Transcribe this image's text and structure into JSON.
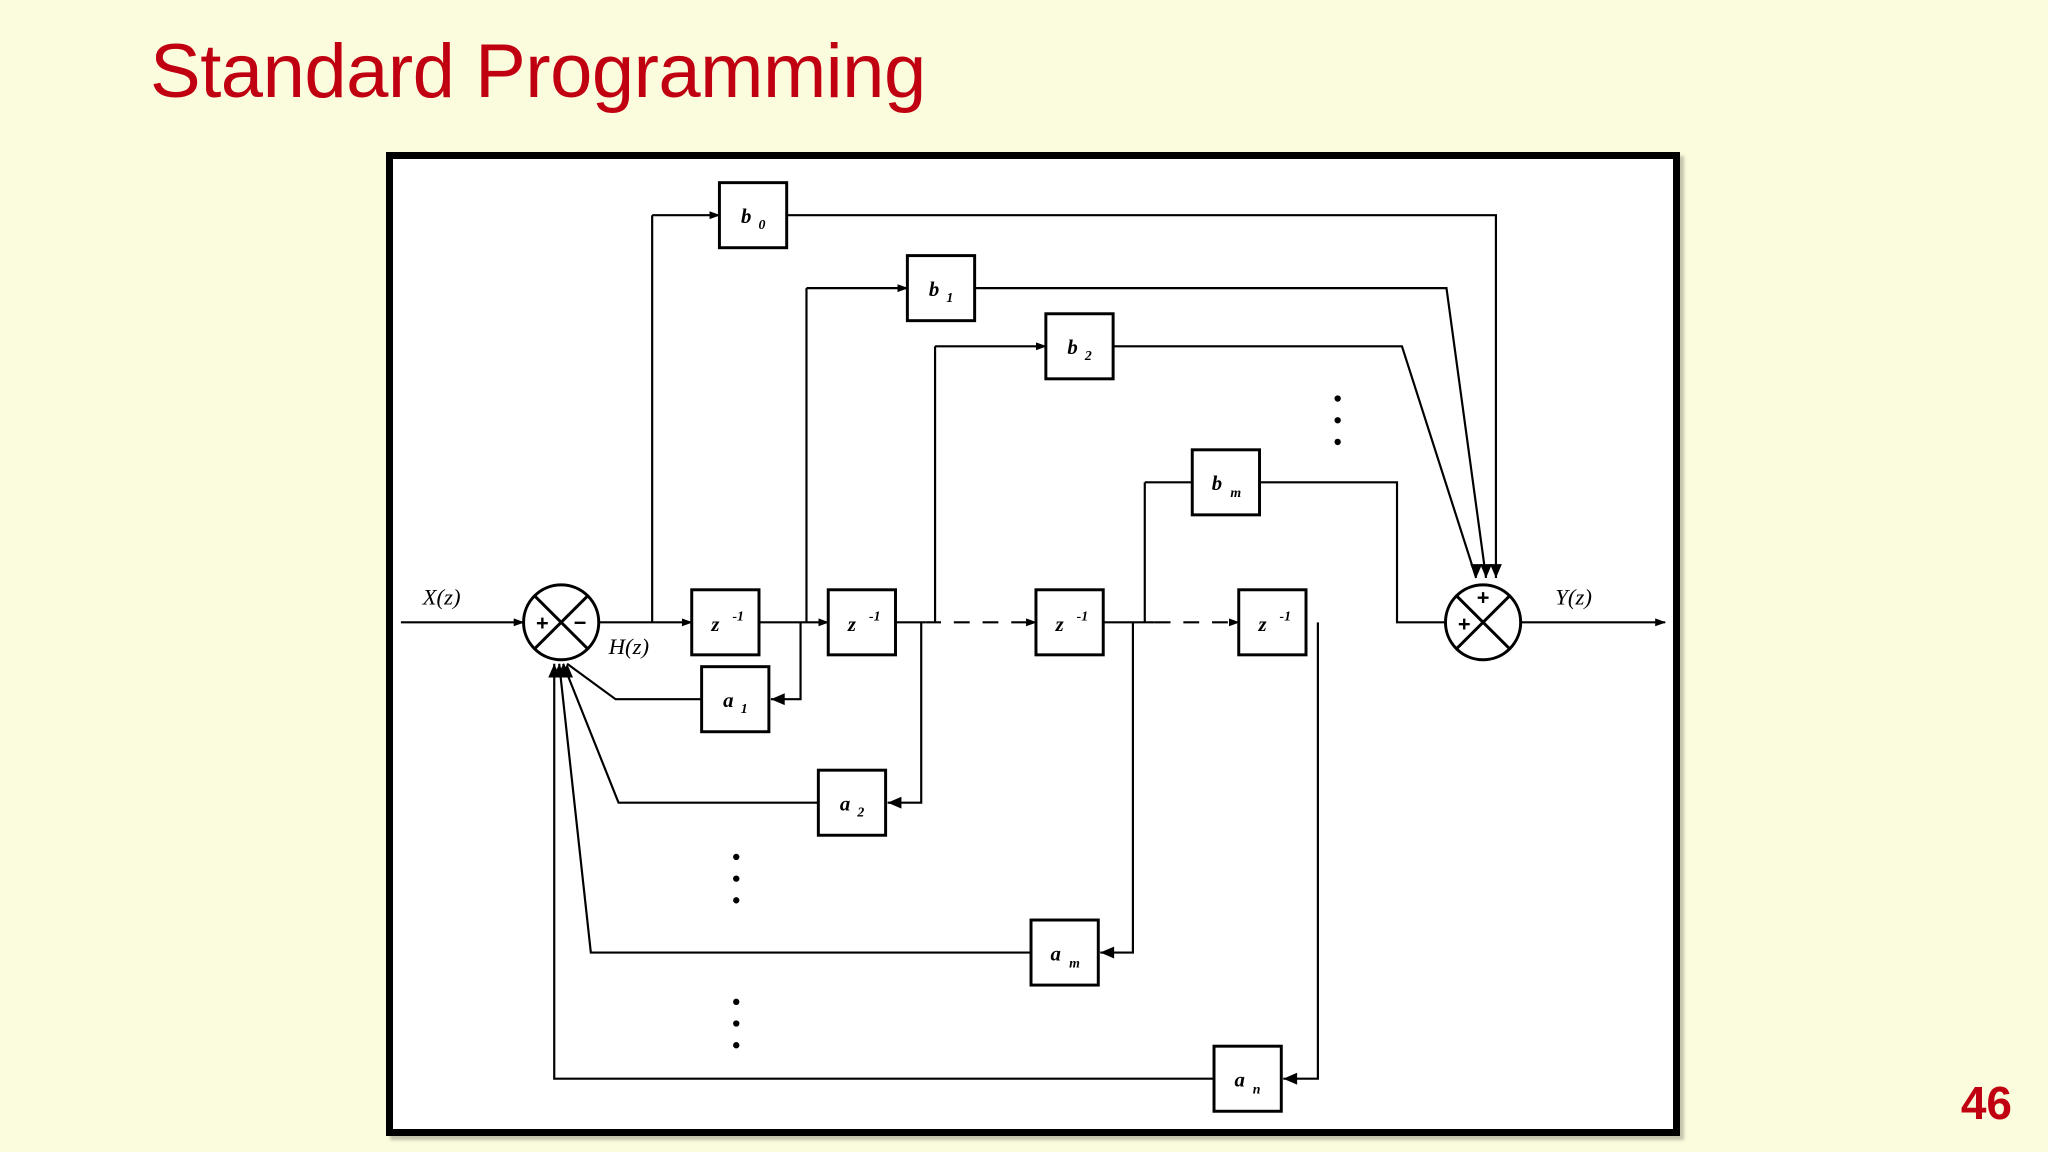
{
  "slide": {
    "title": "Standard Programming",
    "page_number": "46",
    "title_color": "#C00010",
    "background_color": "#FBFBDE",
    "figure_background": "#FFFFFF",
    "line_color": "#000000"
  },
  "diagram": {
    "type": "signal-flow-block-diagram",
    "name": "Standard programming (direct form I) realization of a digital filter",
    "signals": {
      "input": "X(z)",
      "internal": "H(z)",
      "output": "Y(z)"
    },
    "summing_junctions": [
      {
        "id": "input-summer",
        "signs": [
          "+",
          "−"
        ],
        "inputs": 5,
        "outputs": 1
      },
      {
        "id": "output-summer",
        "signs": [
          "+",
          "+"
        ],
        "inputs": 5,
        "outputs": 1
      }
    ],
    "delay_blocks": [
      {
        "id": "delay-1",
        "label": "z",
        "exponent": "-1"
      },
      {
        "id": "delay-2",
        "label": "z",
        "exponent": "-1"
      },
      {
        "id": "delay-3",
        "label": "z",
        "exponent": "-1"
      },
      {
        "id": "delay-4",
        "label": "z",
        "exponent": "-1"
      }
    ],
    "feedforward_blocks": [
      {
        "id": "b0",
        "label": "b",
        "subscript": "0"
      },
      {
        "id": "b1",
        "label": "b",
        "subscript": "1"
      },
      {
        "id": "b2",
        "label": "b",
        "subscript": "2"
      },
      {
        "id": "bm",
        "label": "b",
        "subscript": "m"
      }
    ],
    "feedback_blocks": [
      {
        "id": "a1",
        "label": "a",
        "subscript": "1"
      },
      {
        "id": "a2",
        "label": "a",
        "subscript": "2"
      },
      {
        "id": "am",
        "label": "a",
        "subscript": "m"
      },
      {
        "id": "an",
        "label": "a",
        "subscript": "n"
      }
    ],
    "ellipses": [
      {
        "id": "ellipsis-b",
        "orientation": "vertical",
        "between": "b2 and bm"
      },
      {
        "id": "ellipsis-a-upper",
        "orientation": "vertical",
        "between": "a2 and am"
      },
      {
        "id": "ellipsis-a-lower",
        "orientation": "vertical",
        "between": "am and an"
      }
    ],
    "dashed_segments": [
      {
        "id": "dash-1",
        "between": "delay-2 and delay-3"
      },
      {
        "id": "dash-2",
        "between": "delay-3 and delay-4"
      }
    ]
  }
}
